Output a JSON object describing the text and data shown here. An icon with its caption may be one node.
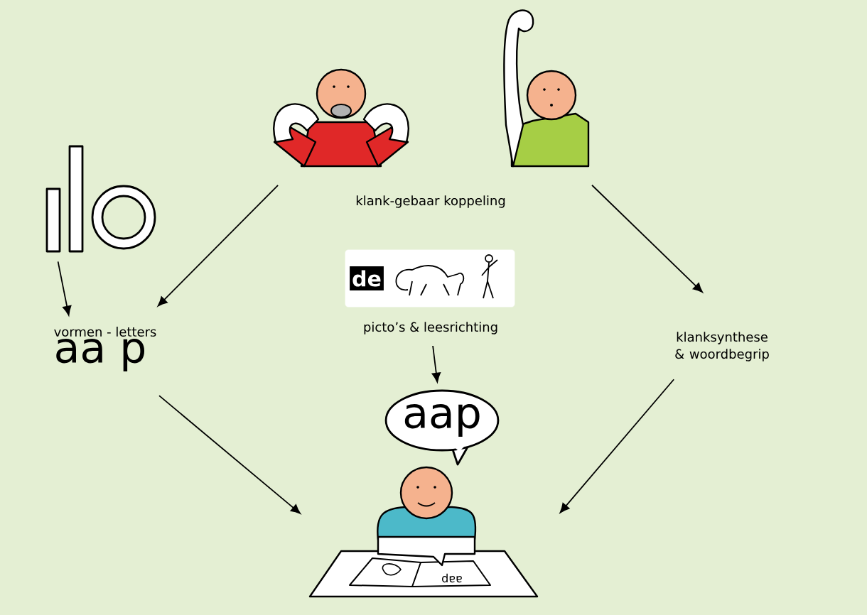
{
  "diagram": {
    "nodes": [
      {
        "text": [],
        "shape": "picture"
      },
      {
        "text": [],
        "shape": "picture"
      },
      {
        "text": [],
        "shape": "picture"
      },
      {
        "text": [
          "vormen - letters",
          "aa p"
        ]
      },
      {
        "text": [
          "de"
        ]
      },
      {
        "text": [
          "picto’s & leesrichting"
        ]
      },
      {
        "text": [
          "aap"
        ]
      },
      {
        "text": [
          "klanksynthese & woordbegrip"
        ]
      },
      {
        "text": [],
        "shape": "picture"
      }
    ],
    "edges": [
      {
        "from": 0,
        "to": 3,
        "arrow": "to"
      },
      {
        "from": 1,
        "to": 3,
        "arrow": "to"
      },
      {
        "from": 2,
        "to": 7,
        "arrow": "to"
      },
      {
        "from": 5,
        "to": 6,
        "arrow": "to"
      },
      {
        "from": 3,
        "to": 8,
        "arrow": "to"
      },
      {
        "from": 7,
        "to": 8,
        "arrow": "to"
      }
    ],
    "labels": [
      "klank-gebaar koppeling",
      "aap"
    ]
  }
}
